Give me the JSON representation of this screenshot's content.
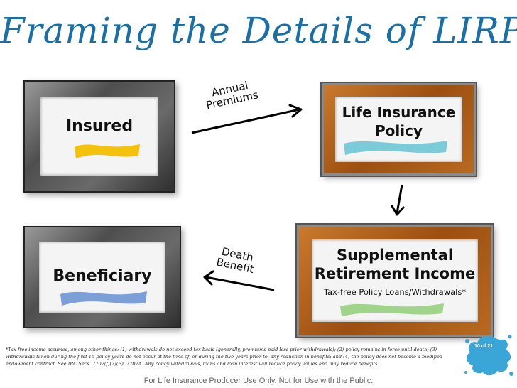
{
  "title": "Framing the Details of LIRP",
  "frames": {
    "insured": {
      "label": "Insured",
      "ribbon_color": "#f4c20d"
    },
    "policy": {
      "label_line1": "Life Insurance",
      "label_line2": "Policy",
      "ribbon_color": "#7ccbd8"
    },
    "retirement": {
      "label_line1": "Supplemental",
      "label_line2": "Retirement Income",
      "sublabel": "Tax-free Policy Loans/Withdrawals*",
      "ribbon_color": "#9fd48a"
    },
    "beneficiary": {
      "label": "Beneficiary",
      "ribbon_color": "#7b9fd6"
    }
  },
  "arrows": {
    "premiums_line1": "Annual",
    "premiums_line2": "Premiums",
    "death_line1": "Death",
    "death_line2": "Benefit"
  },
  "footnote": "*Tax-free income assumes, among other things: (1) withdrawals do not exceed tax basis (generally, premiums paid less prior withdrawals); (2) policy remains in force until death; (3) withdrawals taken during the first 15 policy years do not occur at the time of, or during the two years prior to, any reduction in benefits; and (4) the policy does not become a modified endowment contract. See IRC Secs. 7702(f)(7)(B), 7702A. Any policy withdrawals, loans and loan interest will reduce policy values and may reduce benefits.",
  "footer": "For Life Insurance Producer Use Only. Not for Use with the Public.",
  "page_indicator": "10 of 21",
  "colors": {
    "title": "#1a6fa6",
    "badge": "#3aa6d8"
  }
}
